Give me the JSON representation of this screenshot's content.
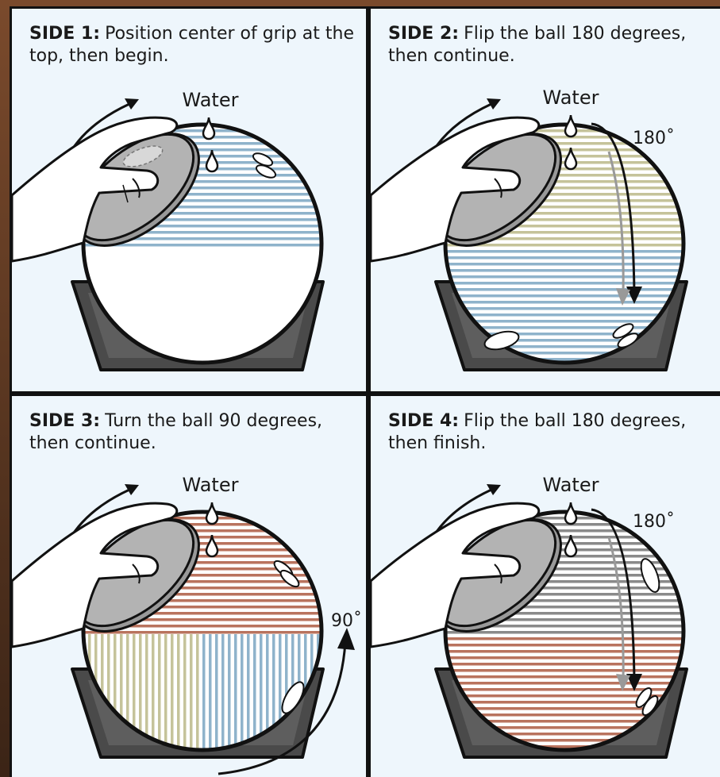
{
  "panels": [
    {
      "side": "SIDE 1:",
      "text": "Position center of grip at the top, then begin.",
      "water": "Water",
      "angle": ""
    },
    {
      "side": "SIDE 2:",
      "text": "Flip the ball 180 degrees, then continue.",
      "water": "Water",
      "angle": "180˚"
    },
    {
      "side": "SIDE 3:",
      "text": "Turn the ball 90 degrees, then continue.",
      "water": "Water",
      "angle": "90˚"
    },
    {
      "side": "SIDE 4:",
      "text": "Flip the ball 180 degrees, then finish.",
      "water": "Water",
      "angle": "180˚"
    }
  ],
  "colors": {
    "blue_stripe": "#8fb3cb",
    "tan_stripe": "#c5c39a",
    "red_stripe": "#b9735e",
    "gray_stripe": "#8a8a8a",
    "pad": "#b3b3b3",
    "stand": "#4a4a4a"
  }
}
